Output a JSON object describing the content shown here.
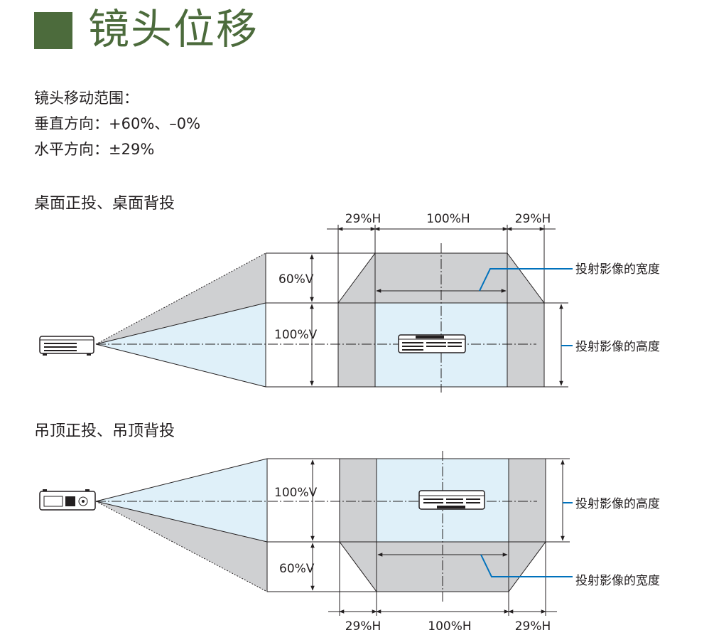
{
  "page": {
    "title": "镜头位移",
    "specs": {
      "heading": "镜头移动范围：",
      "vertical": "垂直方向：+60%、–0%",
      "horizontal": "水平方向：±29%"
    }
  },
  "desktop": {
    "section_title": "桌面正投、桌面背投",
    "top_dims": [
      "29%H",
      "100%H",
      "29%H"
    ],
    "v_labels": [
      "60%V",
      "100%V"
    ],
    "callouts": [
      "投射影像的宽度",
      "投射影像的高度"
    ]
  },
  "ceiling": {
    "section_title": "吊顶正投、吊顶背投",
    "bottom_dims": [
      "29%H",
      "100%H",
      "29%H"
    ],
    "v_labels": [
      "100%V",
      "60%V"
    ],
    "callouts": [
      "投射影像的高度",
      "投射影像的宽度"
    ]
  },
  "colors": {
    "accent_green": "#4c6b3c",
    "image_blue": "#dff0f9",
    "shift_gray": "#cfd0d2",
    "callout_blue": "#0071bc"
  }
}
